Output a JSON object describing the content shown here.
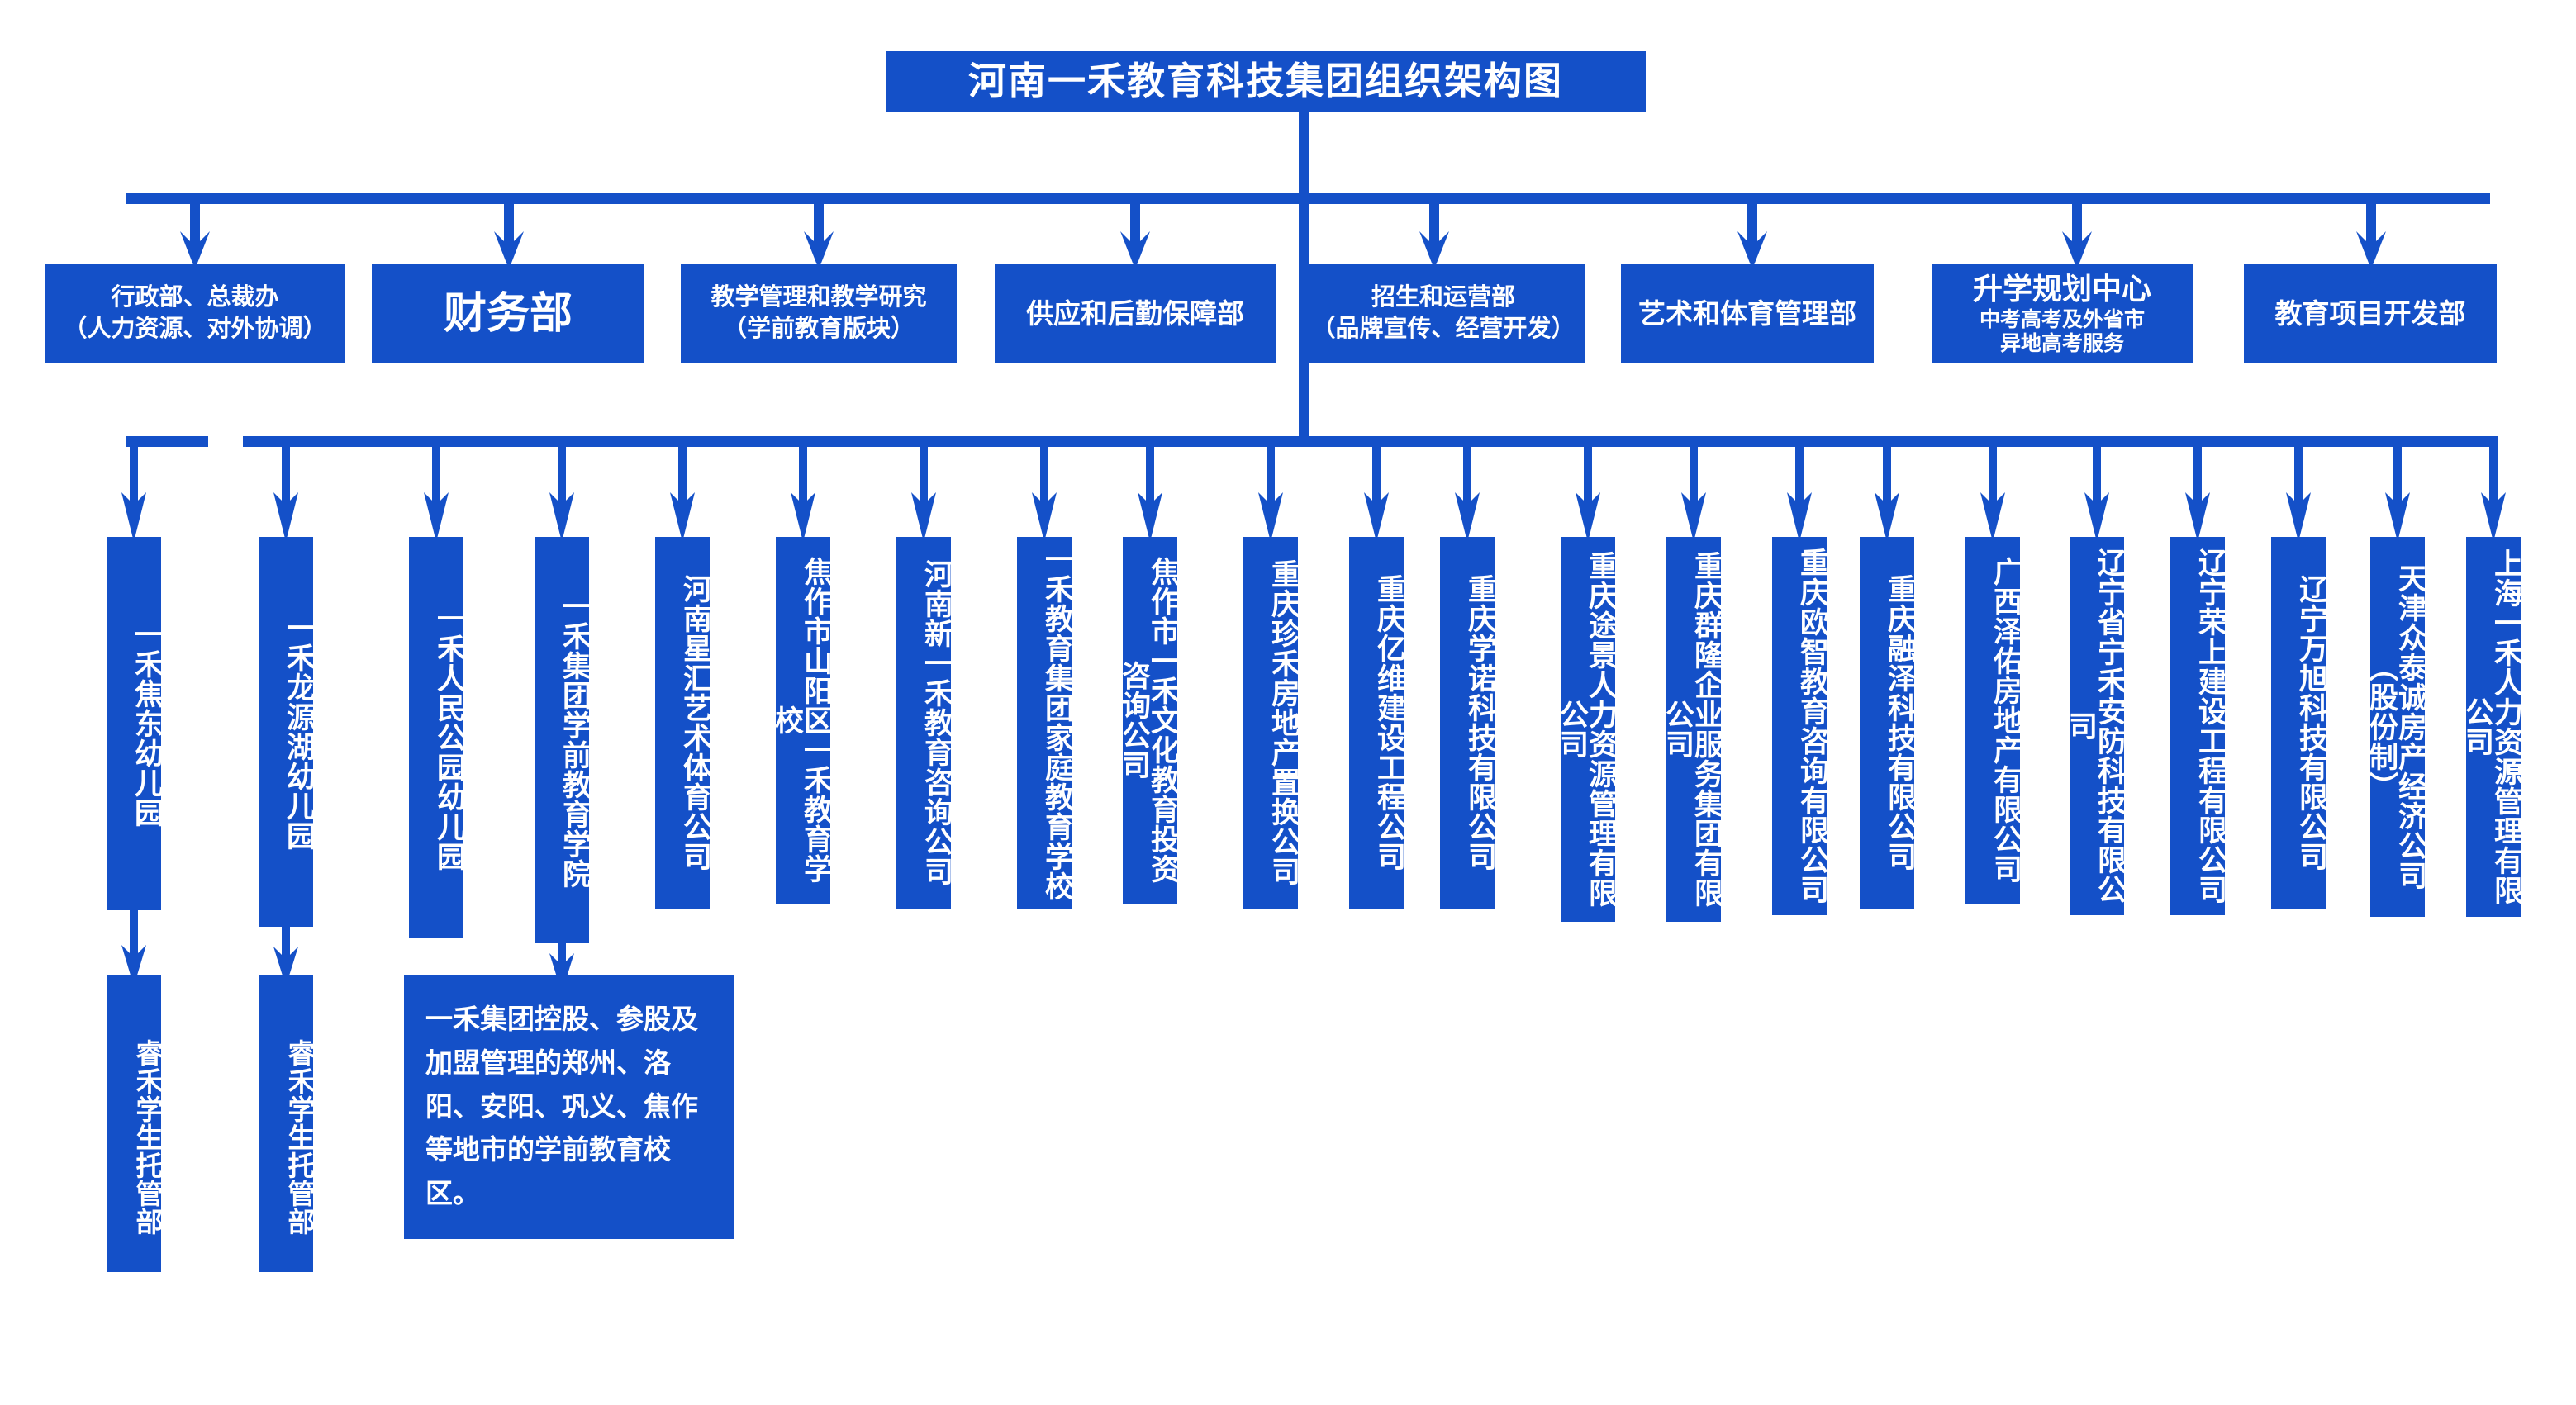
{
  "chart_data": {
    "type": "diagram",
    "title": "河南一禾教育科技集团组织架构图",
    "accent_color": "#1450C8",
    "background_color": "#FFFFFF",
    "text_color": "#FFFFFF",
    "levels": 4,
    "departments_count": 8,
    "subsidiaries_count": 23,
    "bottom_nodes_count": 3
  },
  "title": {
    "text": "河南一禾教育科技集团组织架构图"
  },
  "departments": [
    {
      "line1": "行政部、总裁办",
      "line2": "（人力资源、对外协调）"
    },
    {
      "line1": "财务部",
      "line2": ""
    },
    {
      "line1": "教学管理和教学研究",
      "line2": "（学前教育版块）"
    },
    {
      "line1": "供应和后勤保障部",
      "line2": ""
    },
    {
      "line1": "招生和运营部",
      "line2": "（品牌宣传、经营开发）"
    },
    {
      "line1": "艺术和体育管理部",
      "line2": ""
    },
    {
      "line1": "升学规划中心",
      "line2": "中考高考及外省市",
      "line3": "异地高考服务"
    },
    {
      "line1": "教育项目开发部",
      "line2": ""
    }
  ],
  "subsidiaries": [
    {
      "label": "一禾焦东幼儿园"
    },
    {
      "label": "一禾龙源湖幼儿园"
    },
    {
      "label": "一禾人民公园幼儿园"
    },
    {
      "label": "一禾集团学前教育学院"
    },
    {
      "label": "河南星汇艺术体育公司"
    },
    {
      "label": "焦作市山阳区一禾教育学校"
    },
    {
      "label": "河南新一禾教育咨询公司"
    },
    {
      "label": "一禾教育集团家庭教育学校"
    },
    {
      "label": "焦作市一禾文化教育投资咨询公司"
    },
    {
      "label": "重庆珍禾房地产置换公司"
    },
    {
      "label": "重庆亿维建设工程公司"
    },
    {
      "label": "重庆学诺科技有限公司"
    },
    {
      "label": "重庆途景人力资源管理有限公司"
    },
    {
      "label": "重庆群隆企业服务集团有限公司"
    },
    {
      "label": "重庆欧智教育咨询有限公司"
    },
    {
      "label": "重庆融泽科技有限公司"
    },
    {
      "label": "广西泽佑房地产有限公司"
    },
    {
      "label": "辽宁省宁禾安防科技有限公司"
    },
    {
      "label": "辽宁荣上建设工程有限公司"
    },
    {
      "label": "辽宁万旭科技有限公司"
    },
    {
      "label": "天津众泰诚房产经济公司（股份制）"
    },
    {
      "label": "上海一禾人力资源管理有限公司"
    }
  ],
  "bottom_nodes": [
    {
      "label": "睿禾学生托管部"
    },
    {
      "label": "睿禾学生托管部"
    },
    {
      "label": "一禾集团控股、参股及加盟管理的郑州、洛阳、安阳、巩义、焦作等地市的学前教育校区。"
    }
  ]
}
